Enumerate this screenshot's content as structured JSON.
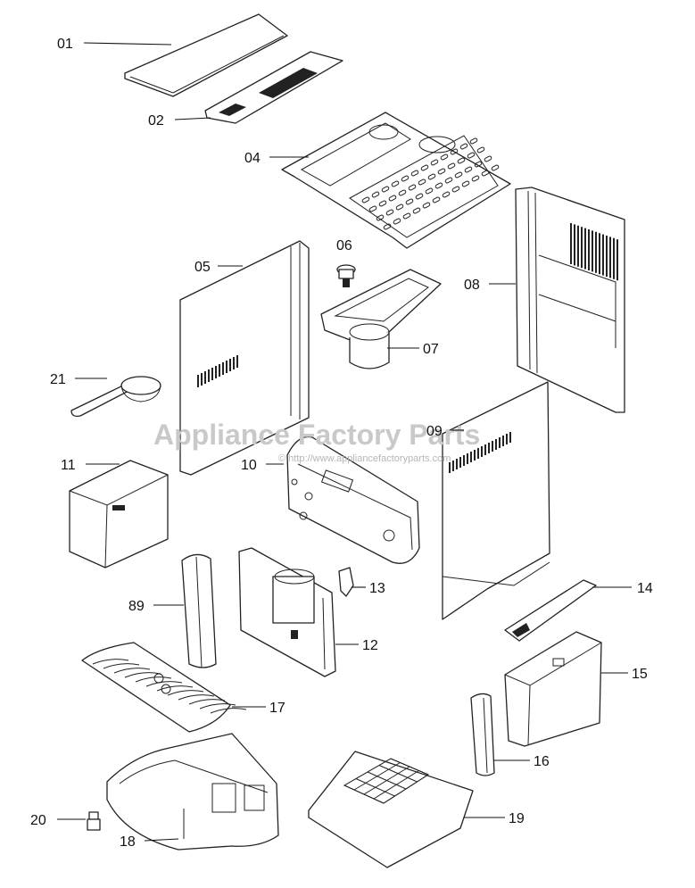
{
  "watermark": {
    "title": "Appliance Factory Parts",
    "url": "© http://www.appliancefactoryparts.com"
  },
  "labels": {
    "p01": "01",
    "p02": "02",
    "p04": "04",
    "p05": "05",
    "p06": "06",
    "p07": "07",
    "p08": "08",
    "p09": "09",
    "p10": "10",
    "p11": "11",
    "p12": "12",
    "p13": "13",
    "p14": "14",
    "p15": "15",
    "p16": "16",
    "p17": "17",
    "p18": "18",
    "p19": "19",
    "p20": "20",
    "p21": "21",
    "p89": "89"
  }
}
